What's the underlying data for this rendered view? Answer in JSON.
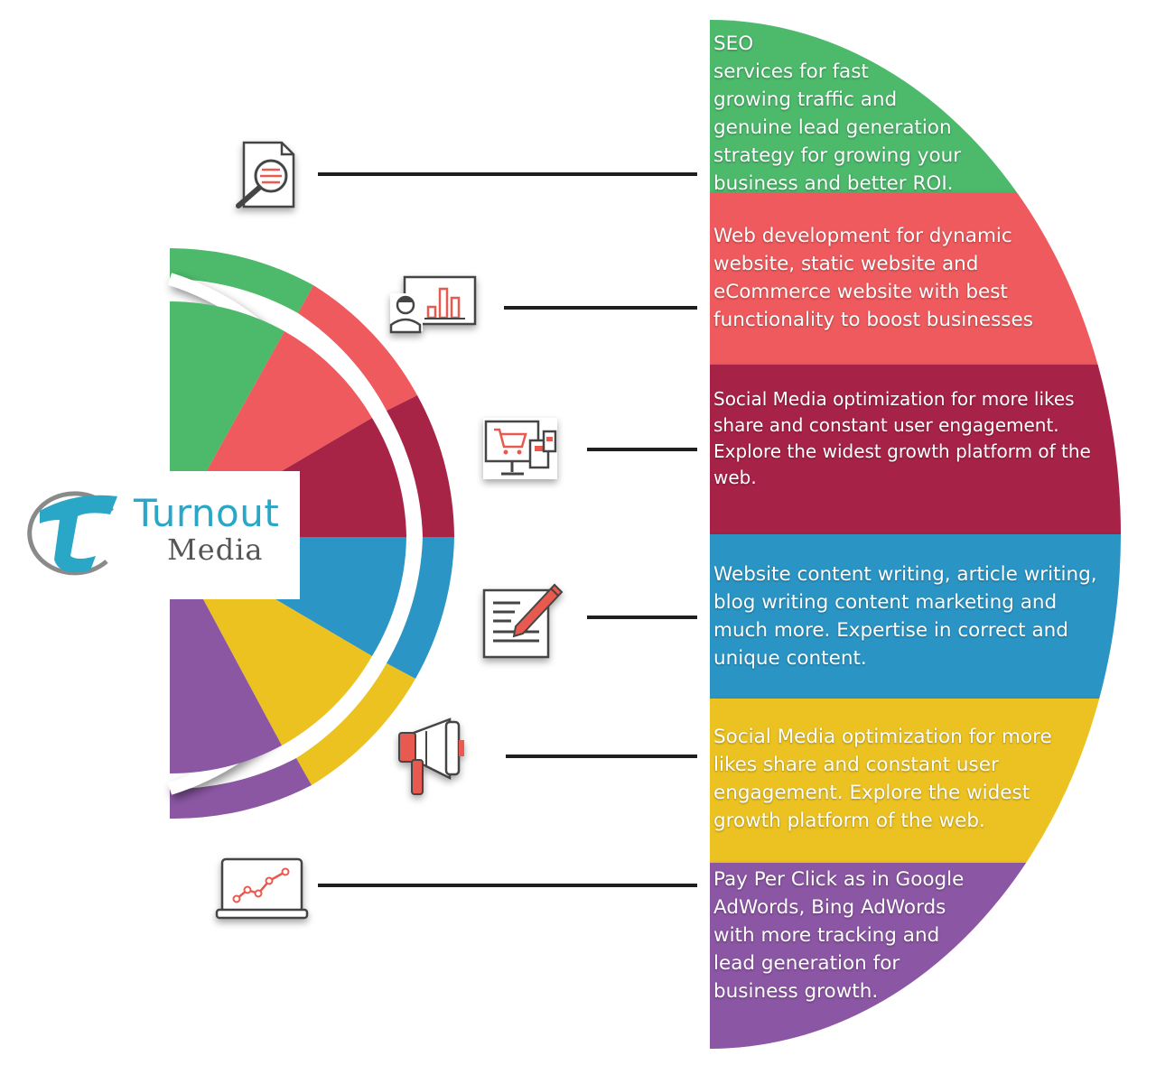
{
  "colors": {
    "green": "#4cb96b",
    "red": "#ee5a5d",
    "maroon": "#a72446",
    "blue": "#2b95c5",
    "yellow": "#ecc220",
    "purple": "#8b57a3",
    "connector": "#1f1f1f",
    "logo_teal": "#2aa6c7",
    "logo_gray": "#555555"
  },
  "logo": {
    "word1": "Turnout",
    "word2": "Media",
    "icon": "turnout-t-logo-icon"
  },
  "services": [
    {
      "icon": "seo-document-magnifier-icon",
      "color": "green",
      "text": "SEO\nservices for fast\ngrowing traffic and\ngenuine lead generation\nstrategy for growing your\nbusiness and better ROI."
    },
    {
      "icon": "presenter-bar-chart-icon",
      "color": "red",
      "text": "Web development for dynamic\nwebsite, static website and\neCommerce website with best\nfunctionality to boost businesses"
    },
    {
      "icon": "ecommerce-cart-devices-icon",
      "color": "maroon",
      "text": "Social Media optimization for more likes\nshare and constant user engagement.\nExplore the widest growth platform of the\nweb."
    },
    {
      "icon": "document-pencil-icon",
      "color": "blue",
      "text": "Website content writing, article writing,\nblog writing content marketing and\nmuch more. Expertise in correct and\nunique content."
    },
    {
      "icon": "megaphone-icon",
      "color": "yellow",
      "text": "Social Media optimization for more\nlikes share and constant user\nengagement. Explore the widest\ngrowth platform of the web."
    },
    {
      "icon": "laptop-line-chart-icon",
      "color": "purple",
      "text": "Pay Per Click as in Google\nAdWords,  Bing AdWords\nwith more tracking and\nlead generation for\nbusiness growth."
    }
  ]
}
